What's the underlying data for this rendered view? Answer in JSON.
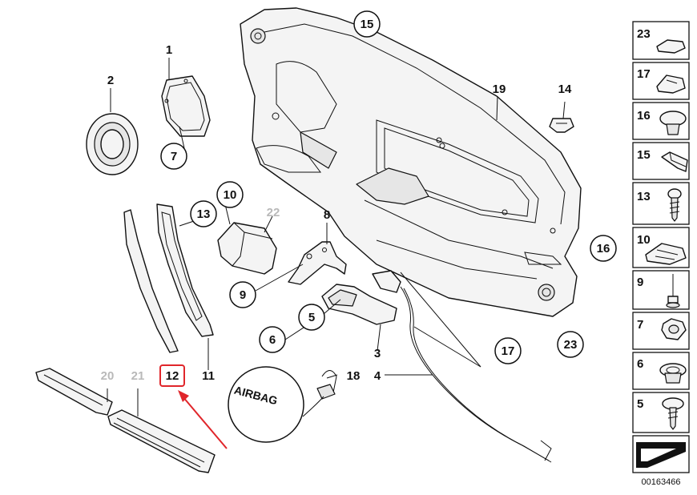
{
  "callouts": {
    "c1": "1",
    "c2": "2",
    "c3": "3",
    "c4": "4",
    "c5": "5",
    "c6": "6",
    "c7": "7",
    "c8": "8",
    "c9": "9",
    "c10": "10",
    "c11": "11",
    "c12": "12",
    "c13": "13",
    "c14": "14",
    "c15": "15",
    "c16": "16",
    "c17": "17",
    "c18": "18",
    "c19": "19",
    "c20": "20",
    "c21": "21",
    "c22": "22",
    "c23": "23"
  },
  "airbag_label": "AIRBAG",
  "sidebar": {
    "items": [
      "23",
      "17",
      "16",
      "15",
      "13",
      "10",
      "9",
      "7",
      "6",
      "5"
    ]
  },
  "diagram_code": "00163466",
  "colors": {
    "highlight": "#e0262b",
    "ink": "#111111",
    "inactive_label": "#b9b9b9"
  }
}
